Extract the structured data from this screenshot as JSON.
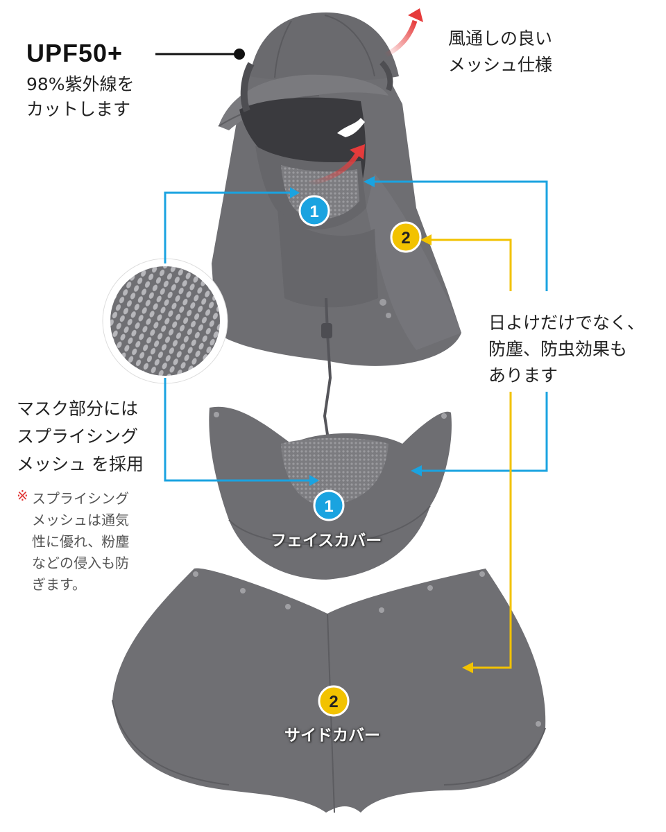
{
  "upf": {
    "title": "UPF50+",
    "line1": "98%紫外線を",
    "line2": "カットします"
  },
  "mesh_callout": {
    "line1": "風通しの良い",
    "line2": "メッシュ仕様"
  },
  "sun_callout": {
    "line1": "日よけだけでなく、",
    "line2": "防塵、防虫効果も",
    "line3": "あります"
  },
  "mask_callout": {
    "line1": "マスク部分には",
    "line2": "スプライシング",
    "line3": "メッシュ を採用"
  },
  "note": {
    "mark": "※",
    "line1": "スプライシング",
    "line2": "メッシュは通気",
    "line3": "性に優れ、粉塵",
    "line4": "などの侵入も防",
    "line5": "ぎます。"
  },
  "labels": {
    "face_cover": "フェイスカバー",
    "side_cover": "サイドカバー",
    "badge_1": "1",
    "badge_2": "2"
  },
  "colors": {
    "blue_accent": "#1aa3e0",
    "yellow_accent": "#f2c200",
    "fabric_gray": "#6e6e72",
    "warning_red": "#e0312f"
  }
}
